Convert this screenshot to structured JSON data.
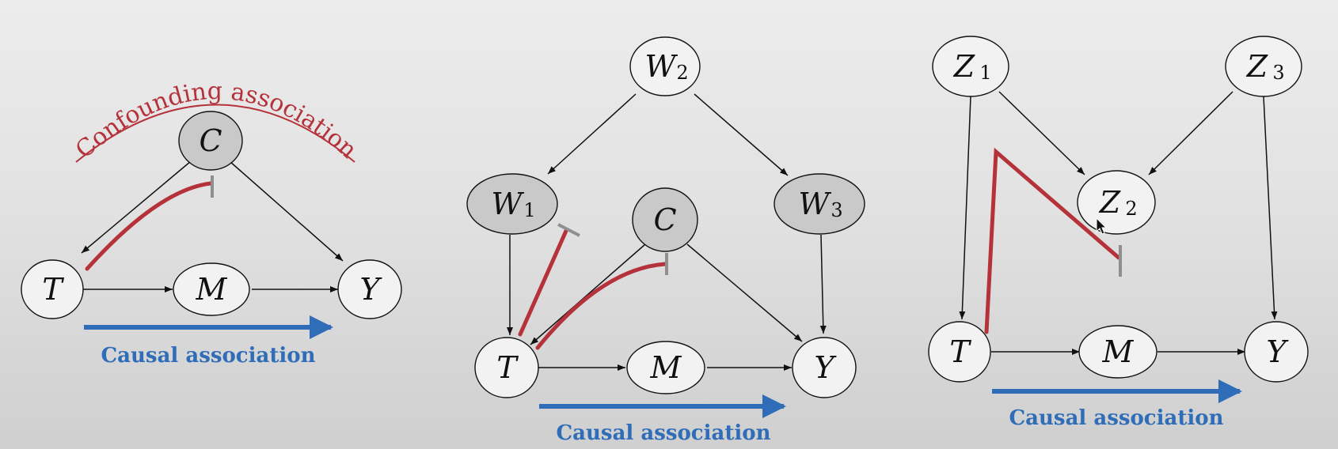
{
  "colors": {
    "node_shaded": "#c9c9c9",
    "node_open": "#f2f2f2",
    "confounding": "#b5323a",
    "causal": "#2f6db8",
    "blocked_tick": "#8f8f8f"
  },
  "icons": [
    "arrowhead",
    "block-tick",
    "mouse-cursor-icon"
  ],
  "diagrams": [
    {
      "confounding_label": "Confounding association",
      "causal_label": "Causal association",
      "nodes": [
        {
          "id": "C",
          "label": "C",
          "sub": "",
          "shaded": true
        },
        {
          "id": "T",
          "label": "T",
          "sub": "",
          "shaded": false
        },
        {
          "id": "M",
          "label": "M",
          "sub": "",
          "shaded": false
        },
        {
          "id": "Y",
          "label": "Y",
          "sub": "",
          "shaded": false
        }
      ],
      "edges": [
        [
          "C",
          "T"
        ],
        [
          "C",
          "Y"
        ],
        [
          "T",
          "M"
        ],
        [
          "M",
          "Y"
        ]
      ]
    },
    {
      "causal_label": "Causal association",
      "nodes": [
        {
          "id": "W2",
          "label": "W",
          "sub": "2",
          "shaded": false
        },
        {
          "id": "W1",
          "label": "W",
          "sub": "1",
          "shaded": true
        },
        {
          "id": "C",
          "label": "C",
          "sub": "",
          "shaded": true
        },
        {
          "id": "W3",
          "label": "W",
          "sub": "3",
          "shaded": true
        },
        {
          "id": "T",
          "label": "T",
          "sub": "",
          "shaded": false
        },
        {
          "id": "M",
          "label": "M",
          "sub": "",
          "shaded": false
        },
        {
          "id": "Y",
          "label": "Y",
          "sub": "",
          "shaded": false
        }
      ],
      "edges": [
        [
          "W2",
          "W1"
        ],
        [
          "W2",
          "W3"
        ],
        [
          "W1",
          "T"
        ],
        [
          "C",
          "T"
        ],
        [
          "C",
          "Y"
        ],
        [
          "W3",
          "Y"
        ],
        [
          "T",
          "M"
        ],
        [
          "M",
          "Y"
        ]
      ]
    },
    {
      "causal_label": "Causal association",
      "nodes": [
        {
          "id": "Z1",
          "label": "Z",
          "sub": "1",
          "shaded": false
        },
        {
          "id": "Z3",
          "label": "Z",
          "sub": "3",
          "shaded": false
        },
        {
          "id": "Z2",
          "label": "Z",
          "sub": "2",
          "shaded": false
        },
        {
          "id": "T",
          "label": "T",
          "sub": "",
          "shaded": false
        },
        {
          "id": "M",
          "label": "M",
          "sub": "",
          "shaded": false
        },
        {
          "id": "Y",
          "label": "Y",
          "sub": "",
          "shaded": false
        }
      ],
      "edges": [
        [
          "Z1",
          "T"
        ],
        [
          "Z1",
          "Z2"
        ],
        [
          "Z3",
          "Z2"
        ],
        [
          "Z3",
          "Y"
        ],
        [
          "T",
          "M"
        ],
        [
          "M",
          "Y"
        ]
      ]
    }
  ]
}
